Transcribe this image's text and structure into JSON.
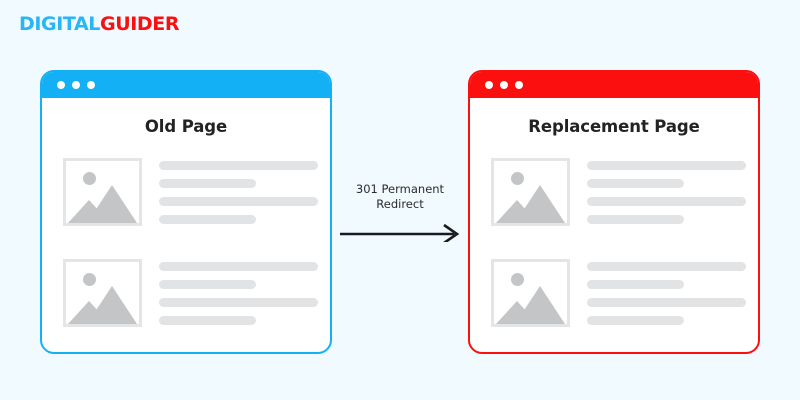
{
  "background_color": "#f1faff",
  "logo": {
    "part_a": "DIGITAL",
    "part_b": "GUIDER",
    "color_a": "#29b6f6",
    "color_b": "#fb0f0f"
  },
  "windows": [
    {
      "id": "old-page",
      "title": "Old Page",
      "accent_color": "#14b0f5",
      "dots": 3,
      "blocks": [
        {
          "image_placeholder": "image-placeholder-icon",
          "lines": [
            "long",
            "short",
            "long",
            "short"
          ]
        },
        {
          "image_placeholder": "image-placeholder-icon",
          "lines": [
            "long",
            "short",
            "long",
            "short"
          ]
        }
      ]
    },
    {
      "id": "replacement-page",
      "title": "Replacement Page",
      "accent_color": "#fb0f0f",
      "dots": 3,
      "blocks": [
        {
          "image_placeholder": "image-placeholder-icon",
          "lines": [
            "long",
            "short",
            "long",
            "short"
          ]
        },
        {
          "image_placeholder": "image-placeholder-icon",
          "lines": [
            "long",
            "short",
            "long",
            "short"
          ]
        }
      ]
    }
  ],
  "arrow": {
    "label_line_1": "301 Permanent",
    "label_line_2": "Redirect",
    "color": "#1b1b1f",
    "direction": "right"
  }
}
